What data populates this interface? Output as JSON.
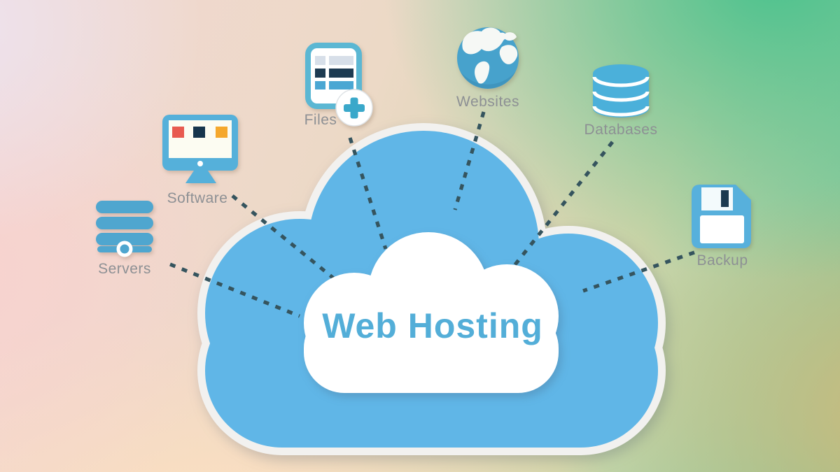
{
  "diagram": {
    "title": "Web Hosting",
    "nodes": [
      {
        "id": "servers",
        "label": "Servers",
        "icon": "server-stack-icon"
      },
      {
        "id": "software",
        "label": "Software",
        "icon": "desktop-monitor-icon"
      },
      {
        "id": "files",
        "label": "Files",
        "icon": "document-add-icon"
      },
      {
        "id": "websites",
        "label": "Websites",
        "icon": "globe-icon"
      },
      {
        "id": "databases",
        "label": "Databases",
        "icon": "database-cylinder-icon"
      },
      {
        "id": "backup",
        "label": "Backup",
        "icon": "floppy-disk-icon"
      }
    ],
    "edges": [
      {
        "from": "servers",
        "to": "cloud"
      },
      {
        "from": "software",
        "to": "cloud"
      },
      {
        "from": "files",
        "to": "cloud"
      },
      {
        "from": "websites",
        "to": "cloud"
      },
      {
        "from": "databases",
        "to": "cloud"
      },
      {
        "from": "backup",
        "to": "cloud"
      }
    ],
    "colors": {
      "cloud_fill": "#60b6e7",
      "cloud_border": "#f2f1ef",
      "inner_cloud": "#ffffff",
      "title_text": "#53aed8",
      "connector": "#35545e",
      "label_text": "#8d9094",
      "icon_blue": "#4fa9d4",
      "icon_navy": "#1c3a50",
      "icon_red": "#e85a50",
      "icon_orange": "#f5a82d"
    }
  }
}
